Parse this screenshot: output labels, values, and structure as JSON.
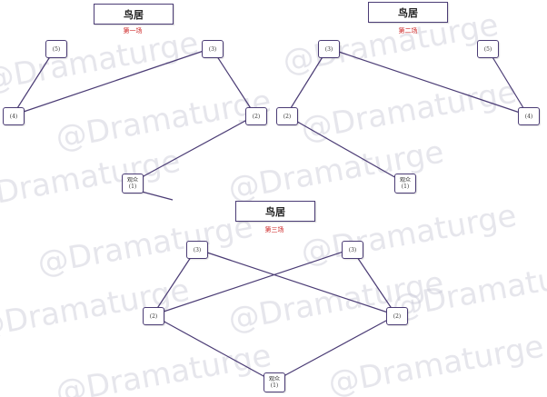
{
  "watermark": "@Dramaturge",
  "scenes": [
    {
      "title": "鸟居",
      "subtitle": "第一场",
      "nodes": [
        {
          "id": "s1n5",
          "label": "(5)"
        },
        {
          "id": "s1n3",
          "label": "(3)"
        },
        {
          "id": "s1n4",
          "label": "(4)"
        },
        {
          "id": "s1n2",
          "label": "(2)"
        },
        {
          "id": "s1n1",
          "label": "观众",
          "sub": "(1)"
        }
      ],
      "edges": [
        [
          "s1n5",
          "s1n4"
        ],
        [
          "s1n4",
          "s1n3"
        ],
        [
          "s1n3",
          "s1n2"
        ],
        [
          "s1n2",
          "s1n1"
        ]
      ]
    },
    {
      "title": "鸟居",
      "subtitle": "第二场",
      "nodes": [
        {
          "id": "s2n3",
          "label": "(3)"
        },
        {
          "id": "s2n5",
          "label": "(5)"
        },
        {
          "id": "s2n2",
          "label": "(2)"
        },
        {
          "id": "s2n4",
          "label": "(4)"
        },
        {
          "id": "s2n1",
          "label": "观众",
          "sub": "(1)"
        }
      ],
      "edges": [
        [
          "s2n3",
          "s2n2"
        ],
        [
          "s2n3",
          "s2n4"
        ],
        [
          "s2n5",
          "s2n4"
        ],
        [
          "s2n2",
          "s2n1"
        ]
      ]
    },
    {
      "title": "鸟居",
      "subtitle": "第三场",
      "nodes": [
        {
          "id": "s3n3a",
          "label": "(3)"
        },
        {
          "id": "s3n3b",
          "label": "(3)"
        },
        {
          "id": "s3n2a",
          "label": "(2)"
        },
        {
          "id": "s3n2b",
          "label": "(2)"
        },
        {
          "id": "s3n1",
          "label": "观众",
          "sub": "(1)"
        }
      ],
      "edges": [
        [
          "s3n3a",
          "s3n2a"
        ],
        [
          "s3n3a",
          "s3n2b"
        ],
        [
          "s3n3b",
          "s3n2a"
        ],
        [
          "s3n3b",
          "s3n2b"
        ],
        [
          "s3n2a",
          "s3n1"
        ],
        [
          "s3n2b",
          "s3n1"
        ]
      ]
    }
  ]
}
